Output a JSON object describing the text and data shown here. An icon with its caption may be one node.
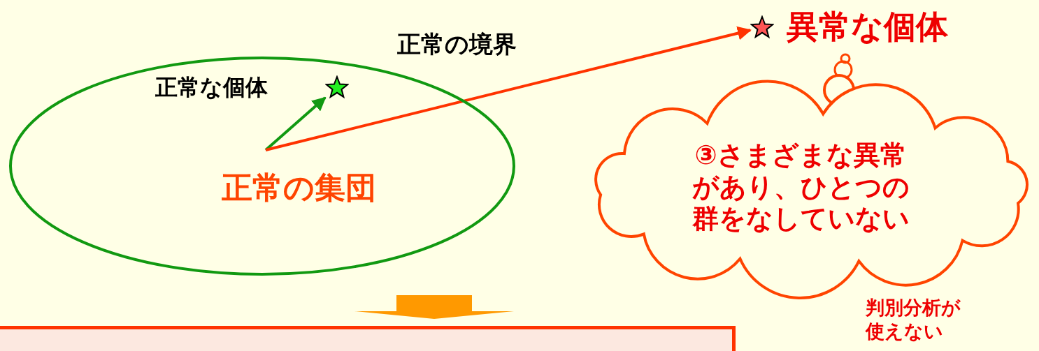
{
  "diagram": {
    "nodes": [
      {
        "text": [
          "正常の境界"
        ]
      },
      {
        "text": [
          "正常の集団"
        ],
        "in": 0
      },
      {
        "text": [],
        "shape": "star",
        "beside": [
          "正常な個体"
        ],
        "in": 0
      },
      {
        "text": [],
        "shape": "star",
        "beside": [
          "異常な個体"
        ]
      },
      {
        "text": [
          "③さまざまな異常があり、ひとつの群をなしていない"
        ]
      },
      {
        "text": [],
        "shape": "box"
      }
    ],
    "edges": [
      {
        "from": 1,
        "to": 2,
        "arrow": "to",
        "color": "#119911"
      },
      {
        "from": 1,
        "to": 3,
        "arrow": "to",
        "color": "#ff3300"
      },
      {
        "from": 0,
        "to": 5,
        "arrow": "to",
        "style": "thick",
        "color": "#ff9900"
      }
    ],
    "labels": [
      "判別分析が使えない"
    ]
  }
}
